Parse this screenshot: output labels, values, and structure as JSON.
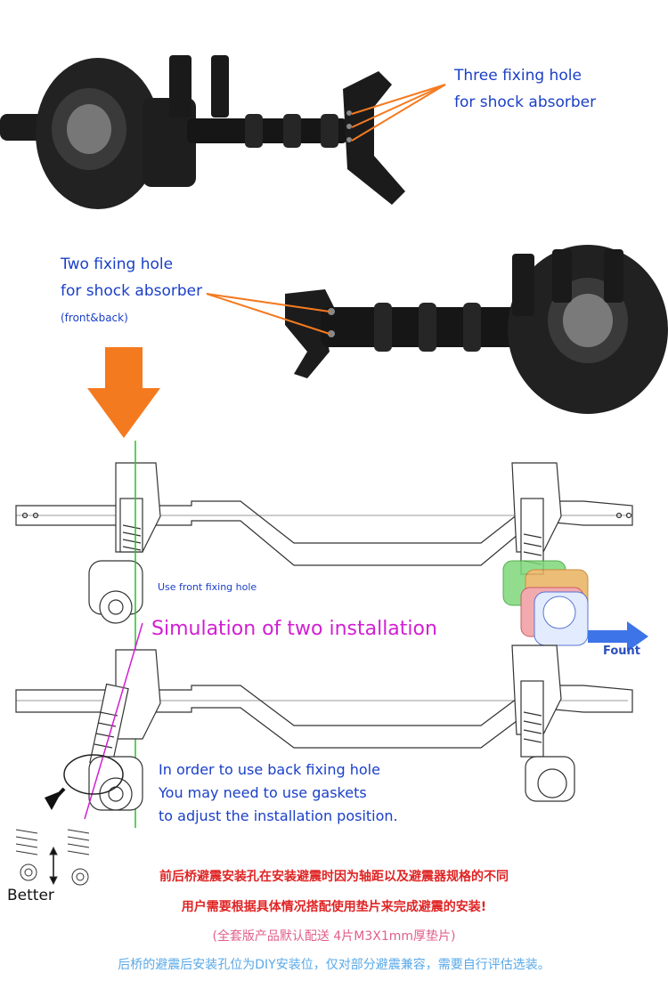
{
  "callouts": {
    "top_line1": "Three fixing hole",
    "top_line2": "for shock absorber",
    "mid_line1": "Two fixing hole",
    "mid_line2": "for shock absorber",
    "mid_line3": "(front&back)"
  },
  "diagram": {
    "use_front_label": "Use front fixing hole",
    "simulation_title": "Simulation of two installation",
    "fount_label": "Fount",
    "back_line1": "In order to use back fixing hole",
    "back_line2": "You may need to use gaskets",
    "back_line3": "to adjust the installation position.",
    "better_label": "Better"
  },
  "notes": {
    "red_line1": "前后桥避震安装孔在安装避震时因为轴距以及避震器规格的不同",
    "red_line2": "用户需要根据具体情况搭配使用垫片来完成避震的安装!",
    "pink_line": "(全套版产品默认配送 4片M3X1mm厚垫片)",
    "blue_line": "后桥的避震后安装孔位为DIY安装位，仅对部分避震兼容，需要自行评估选装。"
  },
  "colors": {
    "callout_blue": "#1a3fc7",
    "simulation_magenta": "#d21fd2",
    "arrow_orange": "#f47a20",
    "note_red": "#e02424",
    "note_pink": "#e0608a",
    "note_lightblue": "#59a8e8"
  }
}
